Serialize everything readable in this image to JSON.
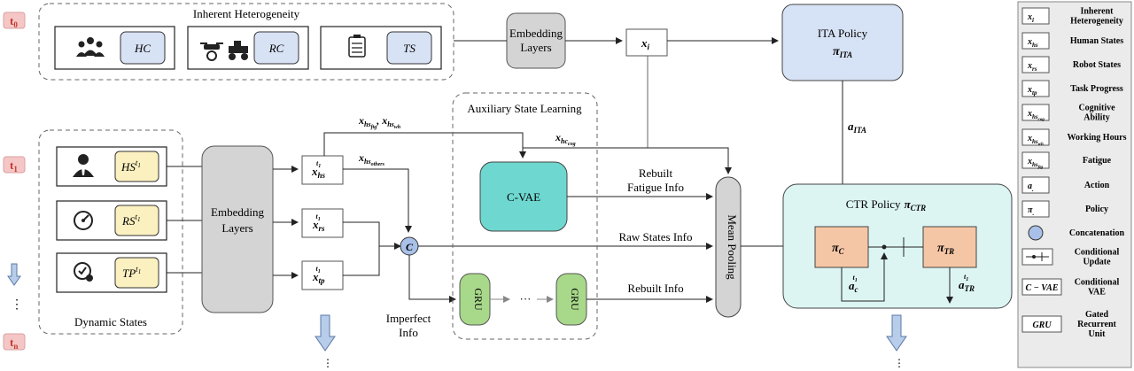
{
  "time_labels": {
    "t0": "t",
    "t0_sub": "0",
    "t1": "t",
    "t1_sub": "1",
    "tn": "t",
    "tn_sub": "n",
    "dots": "⋮"
  },
  "inherent": {
    "title": "Inherent Heterogeneity",
    "hc": "HC",
    "rc": "RC",
    "ts": "TS"
  },
  "dynamic": {
    "title": "Dynamic States",
    "hs_base": "HS",
    "rs_base": "RS",
    "tp_base": "TP",
    "sup": "t",
    "sup_sub": "1"
  },
  "embedding_top": {
    "line1": "Embedding",
    "line2": "Layers"
  },
  "embedding_mid": {
    "line1": "Embedding",
    "line2": "Layers"
  },
  "x_i": {
    "base": "x",
    "sub": "i"
  },
  "x_hs": {
    "base": "x",
    "sub": "hs"
  },
  "x_rs": {
    "base": "x",
    "sub": "rs"
  },
  "x_tp": {
    "base": "x",
    "sub": "tp"
  },
  "branch_labels": {
    "ftg_wh": "x_hs_ftg^t1, x_hs_wh^t1",
    "hs_others_base": "x",
    "hs_others_sub": "hs",
    "hs_others_subsub": "others",
    "hc_cog_base": "x",
    "hc_cog_sub": "hc",
    "hc_cog_subsub": "cog",
    "ftg_base": "x",
    "ftg_sub": "hs",
    "ftg_subsub": "ftg",
    "wh_sub": "hs",
    "wh_subsub": "wh",
    "comma": ","
  },
  "aux": {
    "title": "Auxiliary State Learning",
    "cvae": "C-VAE",
    "gru": "GRU",
    "ellipsis": "···"
  },
  "concat_symbol": "C",
  "flow_labels": {
    "rebuilt_fatigue_1": "Rebuilt",
    "rebuilt_fatigue_2": "Fatigue Info",
    "raw_states": "Raw States Info",
    "rebuilt_info": "Rebuilt Info",
    "imperfect_1": "Imperfect",
    "imperfect_2": "Info"
  },
  "mean_pooling": "Mean Pooling",
  "ita": {
    "title": "ITA Policy",
    "pi": "π",
    "pi_sub": "ITA",
    "action": "a",
    "action_sub": "ITA"
  },
  "ctr": {
    "title": "CTR Policy",
    "pi": "π",
    "pi_sub": "CTR",
    "pi_c": "π",
    "pi_c_sub": "C",
    "pi_tr": "π",
    "pi_tr_sub": "TR",
    "a_c": "a",
    "a_c_sub": "c",
    "a_tr": "a",
    "a_tr_sub": "TR"
  },
  "legend": [
    {
      "sym_base": "x",
      "sym_sub": "i",
      "text": "Inherent Heterogeneity"
    },
    {
      "sym_base": "x",
      "sym_sub": "hs",
      "text": "Human States"
    },
    {
      "sym_base": "x",
      "sym_sub": "rs",
      "text": "Robot States"
    },
    {
      "sym_base": "x",
      "sym_sub": "tp",
      "text": "Task Progress"
    },
    {
      "sym_base": "x",
      "sym_sub": "hs",
      "sym_subsub": "cog",
      "text": "Cognitive Ability"
    },
    {
      "sym_base": "x",
      "sym_sub": "hs",
      "sym_subsub": "wh",
      "text": "Working Hours"
    },
    {
      "sym_base": "x",
      "sym_sub": "hs",
      "sym_subsub": "ftg",
      "text": "Fatigue"
    },
    {
      "sym_base": "a",
      "sym_sub": ".",
      "text": "Action"
    },
    {
      "sym_base": "π",
      "sym_sub": ".",
      "text": "Policy"
    },
    {
      "text": "Concatenation"
    },
    {
      "text": "Conditional Update"
    },
    {
      "sym_text": "C − VAE",
      "text": "Conditional VAE"
    },
    {
      "sym_text": "GRU",
      "text": "Gated Recurrent Unit"
    }
  ],
  "colors": {
    "time_tag": "#f5c6c6",
    "time_text": "#c0392b",
    "hc_box": "#d8e2f5",
    "dyn_box": "#fbf0c0",
    "embed": "#d4d4d4",
    "ita": "#d6e2f5",
    "ctr_bg": "#dcf5f3",
    "cvae": "#6ed8d0",
    "gru": "#a8d88a",
    "pi_c": "#f5c6a5",
    "concat": "#a9c1e8",
    "legend_bg": "#ebebeb"
  }
}
